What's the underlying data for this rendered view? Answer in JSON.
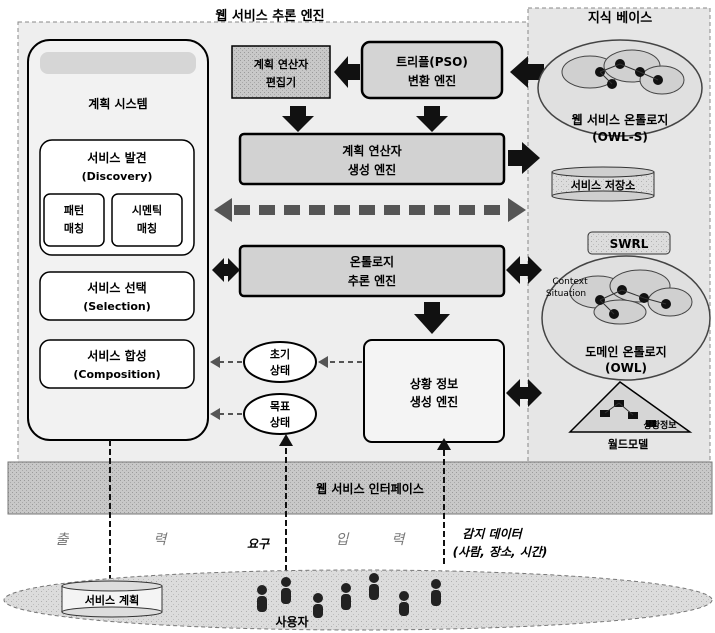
{
  "engine_title": "웹 서비스 추론 엔진",
  "kb_title": "지식 베이스",
  "planning_system": "계획 시스템",
  "discovery_ko": "서비스 발견",
  "discovery_en": "(Discovery)",
  "pattern_1": "패턴",
  "pattern_2": "매칭",
  "semantic_1": "시멘틱",
  "semantic_2": "매칭",
  "selection_ko": "서비스 선택",
  "selection_en": "(Selection)",
  "composition_ko": "서비스 합성",
  "composition_en": "(Composition)",
  "op_editor_1": "계획 연산자",
  "op_editor_2": "편집기",
  "triple_1": "트리플(PSO)",
  "triple_2": "변환 엔진",
  "op_gen_1": "계획 연산자",
  "op_gen_2": "생성 엔진",
  "onto_engine_1": "온톨로지",
  "onto_engine_2": "추론 엔진",
  "initial_1": "초기",
  "initial_2": "상태",
  "goal_1": "목표",
  "goal_2": "상태",
  "context_1": "상황 정보",
  "context_2": "생성 엔진",
  "ws_onto_1": "웹 서비스 온톨로지",
  "ws_onto_2": "(OWL-S)",
  "service_repo": "서비스 저장소",
  "swrl": "SWRL",
  "context_sit_1": "Context",
  "context_sit_2": "Situation",
  "domain_onto_1": "도메인 온톨로지",
  "domain_onto_2": "(OWL)",
  "context_info": "상황정보",
  "world_model": "월드모델",
  "interface": "웹 서비스 인터페이스",
  "output_1": "출",
  "output_2": "력",
  "input_1": "입",
  "input_2": "력",
  "request": "요구",
  "sensor_1": "감지 데이터",
  "sensor_2": "(사람, 장소, 시간)",
  "service_plan": "서비스 계획",
  "user": "사용자",
  "colors": {
    "panel": "#ededed",
    "box": "#d2d2d2",
    "arrow": "#1a1a1a",
    "kb_bg": "#e4e4e4",
    "interface": "#bdbdbd"
  }
}
